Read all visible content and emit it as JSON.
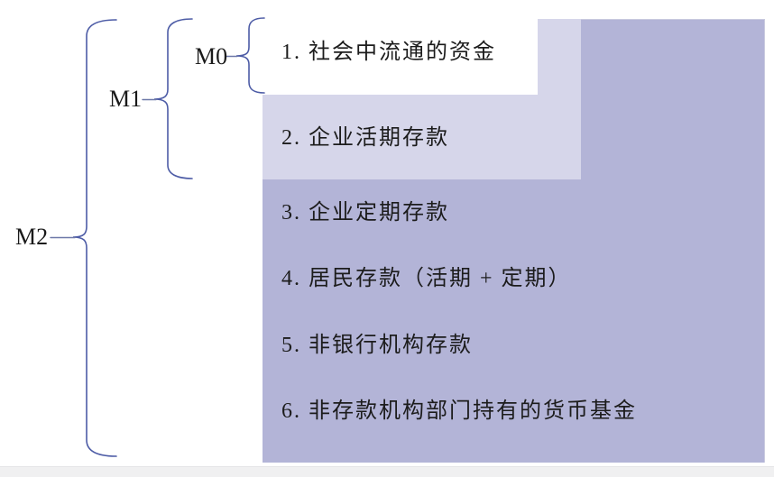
{
  "diagram": {
    "title_implicit": "货币供应量层次（M0/M1/M2）",
    "labels": {
      "m0": "M0",
      "m1": "M1",
      "m2": "M2"
    },
    "items": [
      {
        "text": "1. 社会中流通的资金"
      },
      {
        "text": "2. 企业活期存款"
      },
      {
        "text": "3. 企业定期存款"
      },
      {
        "text": "4. 居民存款（活期 + 定期）"
      },
      {
        "text": "5. 非银行机构存款"
      },
      {
        "text": "6. 非存款机构部门持有的货币基金"
      }
    ],
    "colors": {
      "m2_block": "#b3b4d7",
      "m1_block": "#d6d6ea",
      "m0_block": "#ffffff",
      "brace_stroke": "#4d5ca6",
      "connector_stroke": "#6d78a8",
      "text": "#1c1c1c",
      "bottom_bar": "#f0f0f1"
    }
  }
}
